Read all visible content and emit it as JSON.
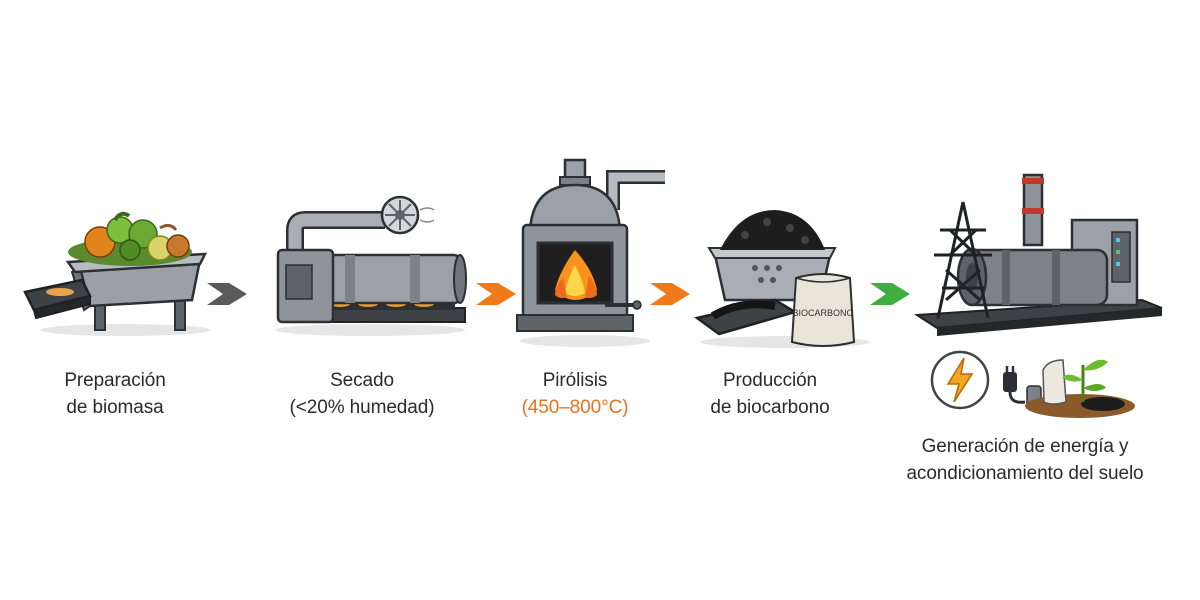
{
  "steps": [
    {
      "id": "prep",
      "line1": "Preparación",
      "line2": "de biomasa"
    },
    {
      "id": "drying",
      "line1": "Secado",
      "line2": "(<20% humedad)"
    },
    {
      "id": "pyrolysis",
      "line1": "Pirólisis",
      "line2": "(450–800°C)"
    },
    {
      "id": "biochar",
      "line1": "Producción",
      "line2": "de biocarbono"
    },
    {
      "id": "energy",
      "line1": "Generación de energía y",
      "line2": "acondicionamiento del suelo"
    }
  ],
  "bag_label": "BIOCARBONO",
  "colors": {
    "arrow_1": "#5a5a5a",
    "arrow_2": "#f07a1a",
    "arrow_3": "#f07a1a",
    "arrow_4": "#3fae3f",
    "highlight_text": "#e8731e",
    "flame": "#f7931e",
    "bolt": "#f5a623",
    "machine_gray": "#8e949a"
  },
  "icons": [
    "biomass-hopper-icon",
    "rotary-dryer-icon",
    "pyrolysis-reactor-icon",
    "biochar-hopper-icon",
    "biochar-bag-icon",
    "power-plant-icon",
    "transmission-tower-icon",
    "lightning-bolt-icon",
    "power-plug-icon",
    "sapling-in-soil-icon"
  ]
}
